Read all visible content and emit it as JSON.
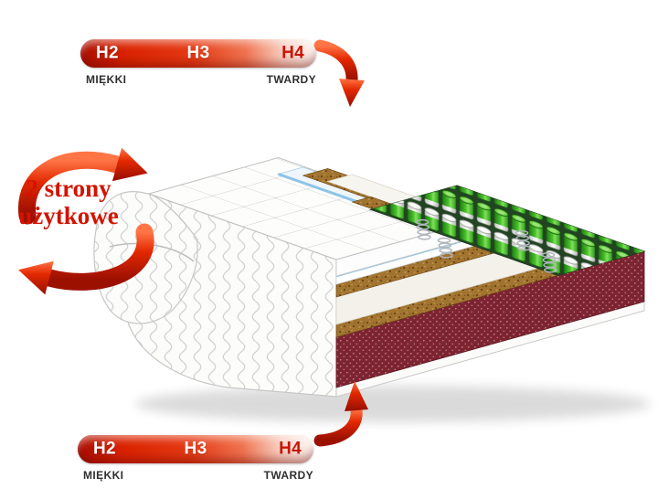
{
  "scales": {
    "top": {
      "h2": "H2",
      "h3": "H3",
      "h4": "H4",
      "soft": "MIĘKKI",
      "hard": "TWARDY"
    },
    "bottom": {
      "h2": "H2",
      "h3": "H3",
      "h4": "H4",
      "soft": "MIĘKKI",
      "hard": "TWARDY"
    }
  },
  "rotation_label": {
    "line1": "2 strony",
    "line2": "użytkowe"
  },
  "colors": {
    "accent_red": "#d21400",
    "bar_gradient_start": "#ab0e00",
    "bar_gradient_end": "#fdf6f3",
    "spring_green": "#4cc12c",
    "coir_brown": "#a1742f",
    "mesh_maroon": "#7d2331"
  }
}
